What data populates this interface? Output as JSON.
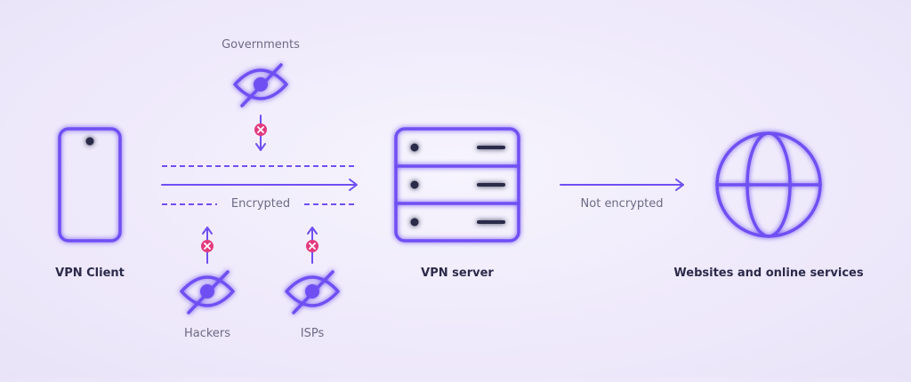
{
  "labels": {
    "governments": "Governments",
    "encrypted": "Encrypted",
    "hackers": "Hackers",
    "isps": "ISPs",
    "vpn_client": "VPN Client",
    "vpn_server": "VPN server",
    "not_encrypted": "Not encrypted",
    "websites": "Websites and online services"
  },
  "colors": {
    "accent": "#6f4ff2",
    "block": "#e23a7e",
    "text_bold": "#2c2a4a",
    "text_light": "#6d6b85"
  },
  "icons": [
    "phone-icon",
    "eye-slash-icon",
    "blocked-icon",
    "server-icon",
    "globe-icon",
    "arrow-icon"
  ]
}
